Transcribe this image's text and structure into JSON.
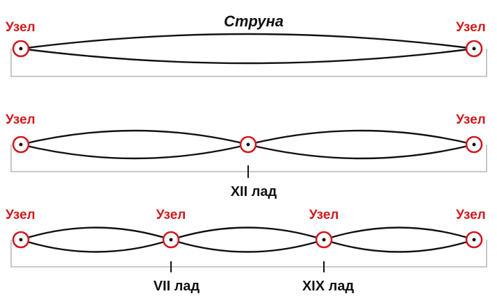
{
  "title": "Струна",
  "node_label": "Узел",
  "colors": {
    "node": "#d0191c",
    "string": "#111111",
    "base": "#b8b8b8"
  },
  "rows": [
    {
      "harmonic": 1,
      "fret_labels": []
    },
    {
      "harmonic": 2,
      "fret_labels": [
        "XII лад"
      ]
    },
    {
      "harmonic": 3,
      "fret_labels": [
        "VII лад",
        "XIX лад"
      ]
    }
  ]
}
